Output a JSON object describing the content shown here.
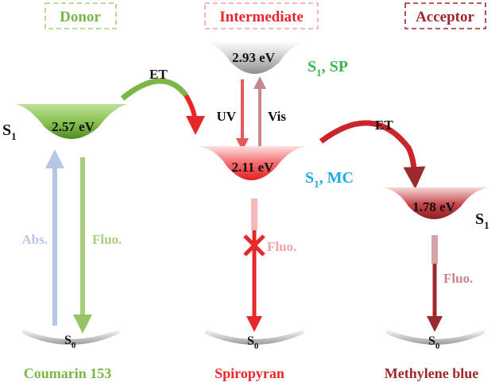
{
  "roles": {
    "donor": "Donor",
    "intermediate": "Intermediate",
    "acceptor": "Acceptor"
  },
  "molecules": {
    "donor": "Coumarin 153",
    "intermediate": "Spiropyran",
    "acceptor": "Methylene blue"
  },
  "energies": {
    "donor_s1": "2.57 eV",
    "sp_s1": "2.93 eV",
    "mc_s1": "2.11 eV",
    "acceptor_s1": "1.78 eV"
  },
  "state_labels": {
    "s1_symbol": "S",
    "s1_sub": "1",
    "s0_symbol": "S",
    "s0_sub": "0",
    "sp_suffix": ", SP",
    "mc_suffix": ", MC"
  },
  "transitions": {
    "et": "ET",
    "uv": "UV",
    "vis": "Vis",
    "abs": "Abs.",
    "fluo": "Fluo."
  },
  "colors": {
    "donor_green": "#7ab648",
    "donor_light": "#a8cd7e",
    "red": "#e8272a",
    "red_light": "#f2a3a4",
    "dark_red": "#a0272c",
    "rose": "#c9868a",
    "gray": "#8c8c8c",
    "blue_light": "#b7c6e4",
    "sp_green": "#3fb34f",
    "mc_blue": "#20a8e0"
  }
}
